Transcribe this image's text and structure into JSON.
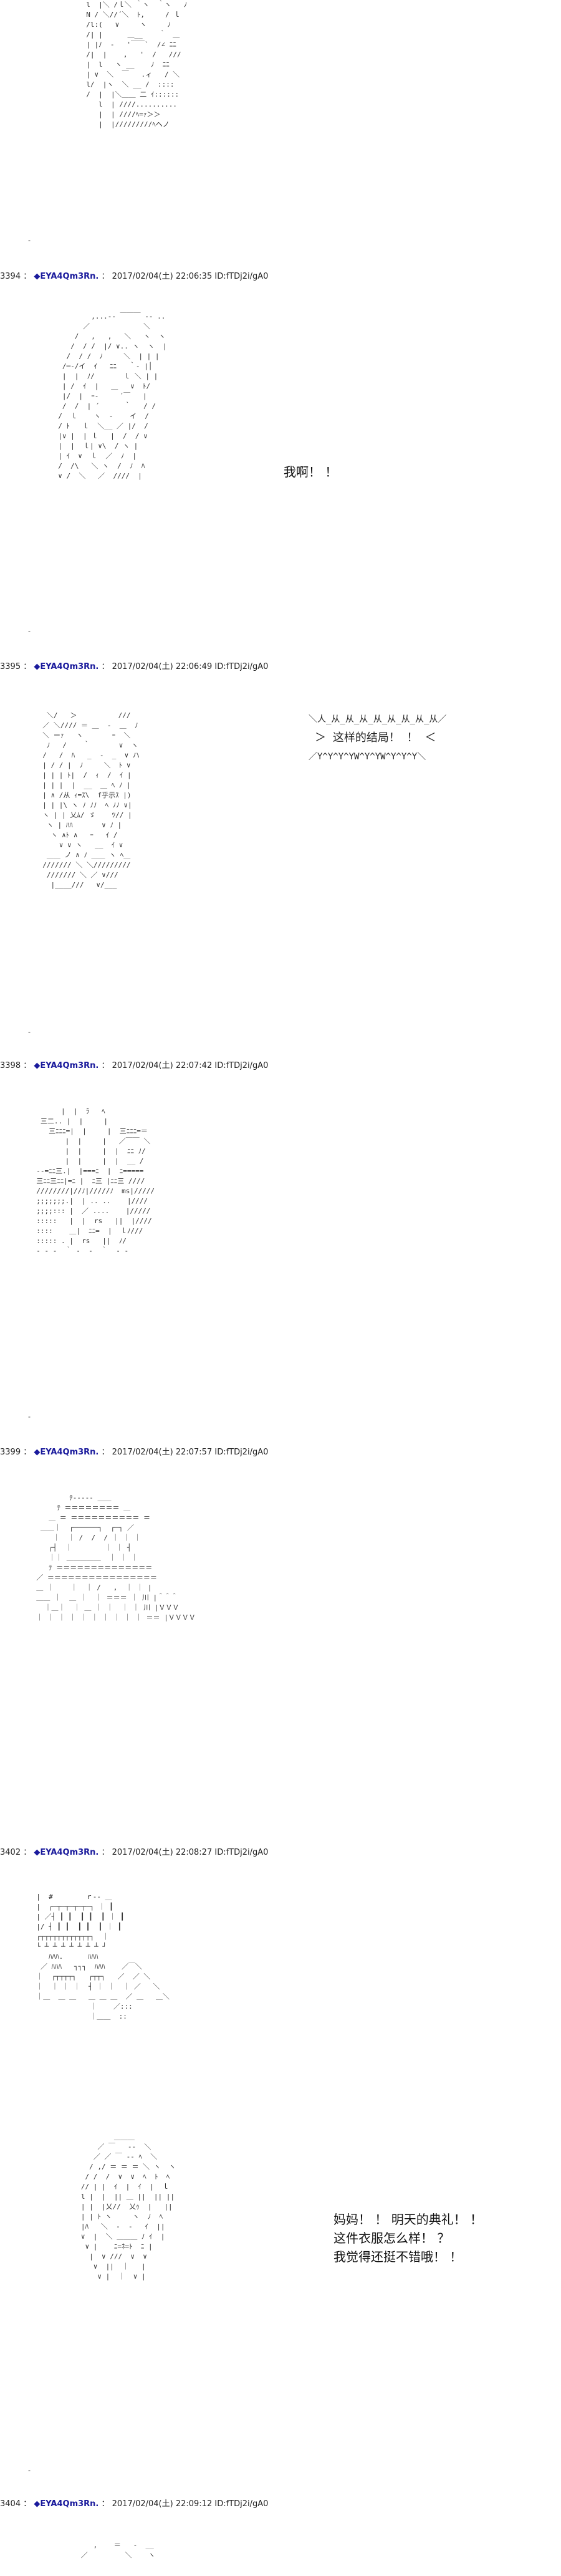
{
  "posts": [
    {
      "number": "3394",
      "name": "◆EYA4Qm3Rn.",
      "date": "2017/02/04(土) 22:06:35",
      "id": "ID:fTDj2i/gA0",
      "speech": "我啊！ ！"
    },
    {
      "number": "3395",
      "name": "◆EYA4Qm3Rn.",
      "date": "2017/02/04(土) 22:06:49",
      "id": "ID:fTDj2i/gA0",
      "shout_top": "＼人_从_从_从_从_从_从_从_从／",
      "shout_mid": "＞ 这样的结局！ ！ ＜",
      "shout_bottom": "／Y^Y^Y^YW^Y^YW^Y^Y^Y＼"
    },
    {
      "number": "3398",
      "name": "◆EYA4Qm3Rn.",
      "date": "2017/02/04(土) 22:07:42",
      "id": "ID:fTDj2i/gA0"
    },
    {
      "number": "3399",
      "name": "◆EYA4Qm3Rn.",
      "date": "2017/02/04(土) 22:07:57",
      "id": "ID:fTDj2i/gA0"
    },
    {
      "number": "3402",
      "name": "◆EYA4Qm3Rn.",
      "date": "2017/02/04(土) 22:08:27",
      "id": "ID:fTDj2i/gA0",
      "speech": "妈妈！ ！ 明天的典礼！ ！\n这件衣服怎么样！ ？\n我觉得还挺不错哦！ ！"
    },
    {
      "number": "3404",
      "name": "◆EYA4Qm3Rn.",
      "date": "2017/02/04(土) 22:09:12",
      "id": "ID:fTDj2i/gA0"
    }
  ],
  "aa": {
    "a0": "  l  |＼ /ｌ＼ ｀ヽ  ｀ヽ   ﾉ\n  N / ＼//´＼  ﾄ,     / ｌ\n  /l:(   ∨     ヽ     ﾉ\n  /| |      ＿__    ｀　＿\n  | |ﾉ  -   '￣￣`  /∠ ﾆﾆ\n  /|  |    ,   '  /   ///\n  |  l   ヽ __    ﾉ  ﾆﾆ\n  | ∨  ＼  ￣   .ィ   / ＼\n  l/  |ヽ  ＼ __ /  ::::\n  /  |  |＼＿＿ 二 ｲ::::::\n     l  | ////..........\n     |  | ////ﾍ=ｧ＞＞\n     |  |/////////ﾍヘノ",
    "a1": "          ,...-‐ ￣￣￣ ‐- ..\n        ／             ＼\n      /   ,   ,   ＼   ヽ  ヽ\n     /  / /  |/ ∨.. ヽ  ヽ  |\n    /  / /  ﾉ     ＼  | | |\n   /─‐/イ  ｲ   ﾆﾆ   ｀‐ |│\n   |  |  ﾉ/       ｌ ＼ | |\n   | /  ｲ  |   ＿   ∨  ﾄ/\n   |/  |  ｰ‐     ´￣   |\n   /  /  | ´      ｀   / /\n  /  ｌ    ヽ  ‐    イ  /\n  / ﾄ   ｌ  ＼__ ／ |/  /\n  |∨ |  | ｌ   |  /  / ∨\n  |  |  ｌ| ∨\\  / ヽ |\n  | ｲ  ∨  ｌ  ／  ﾉ  |\n  /  /\\   ＼ ヽ  /  ﾉ  ﾊ\n  ∨ /  ＼   ／  ////  |",
    "a2": "   ＼/   ＞          ///\n  ／ ＼//// ＝ ＿  ‐  ＿  ﾉ\n  ＼ ーｧ   ヽ       ｰ  ＼\n   ﾉ   /    ｀       ∨  ヽ\n  /   /  ﾊ   _  ‐  _  ∨ ハ\n  | / / |  ﾉ     ＼  ﾄ ∨\n  | | | ﾄ|  /  ｨ  /  ｲ |\n  | | |  |  __  ＿ ﾍ ﾉ |\n  | ∧ /从 ｨ=ｽ\\  f乎示ｽ |)\n  | | |\\ ヽ ﾉ ﾉﾉ  ﾍ ﾉﾉ ∨|\n  ヽ | | 乂ﾑ/ ゞ    ﾂ// |\n   ヽ | ﾊﾊ       ∨ ﾉ |\n    ヽ ∧ﾄ ∧   ｰ   ｲ /\n      ∨ ∨ ヽ   __  ｲ ∨\n   ＿＿ ノ ∧ ﾉ ＿＿ ヽ ﾍ＿\n  /////// ＼ ＼/////////\n   /////// ＼ ／ ∨///\n    |____///   ∨/___",
    "a3": "        |  |  ﾗ   ﾍ\n   三二.. |  |     |\n     三ﾆﾆﾆ=|  |     |  三ﾆﾆﾆ=＝\n         |  |     |   ／￣￣ ＼\n         |  |     |  |  ﾆﾆ ﾉ/\n         |  |     |  |  __ /\n  ‐‐=ﾆﾆ三.|  |===ﾆ  |  ﾆ=====\n  三ﾆﾆ三ﾆﾆ|=ﾆ |  ﾆ三 |ﾆﾆ三 ////\n  ////////|//ﾉ|/////ﾉ  ms|/////\n  ;;;;;;;.|  | .. ..    |////\n  ;;;;::: |  ／ ....    |/////\n  :::::   |  |  rs   ||  |////\n  ::::    ＿|  ﾆﾆ=  |  ｌﾉ///\n  ::::: . |  rs   ||  ﾉ/\n  ‐ ‐ ‐  ｀ ‐  ‐  ｀  ‐ ‐",
    "a4": "          ﾃ‐‐‐‐‐ ＿＿\n       ﾃ ＝＝＝＝＝＝＝＝ ＿\n     ＿ ＝ ＝＝＝＝＝＝＝＝＝＝ ＝\n   ＿＿｜  ┌──────┐  ┌─┐ ／\n      ｜  ｜ /  /  / ｜ ｜ ｜\n     ┌┤  ｜        ｜ ｜ ┤\n     ｜｜ ＿＿＿＿＿  ｜ ｜ ｜\n     ﾃ ＝＝＝＝＝＝＝＝＝＝＝＝＝＝\n  ／ ＝＝＝＝＝＝＝＝＝＝＝＝＝＝＝＝\n  ＿ ｜    ｜  ｜ /   ,  ｜ ｜ |\n  ＿＿ ｜  ＿ ｜  ｜ ＝＝＝ ｜ 川 |＾＾＾\n    ｜＿｜  ｜ ＿ ｜ ｜  ｜ ｜ 川 |ＶＶＶ\n  ｜ ｜ ｜ ｜ ｜ ｜ ｜ ｜ ｜ ｜ ＝＝ |ＶＶＶＶ",
    "a5": "  |  #        ｒ‐‐ ＿\n  |  ┌─┬─┬─┬─┬─┐ ｜ ┃\n  | ／┤ ┃ ┃  ┃ ┃  ┃ ｜ ┃\n  |/ ┤ ┃ ┃  ┃ ┃  ┃ ｜ ┃\n  ┌┬┬┬┬┬┬┬┬┬┬┬┬┐  ｜\n  └ ┴ ┴ ┴ ┴ ┴ ┴ ┴ ┘\n     ﾊﾊﾊ.      ﾊﾊﾊ\n   ／ ﾊﾊﾊ   ┐┐┐  ﾊﾊﾊ    ／￣＼\n  ｜  ┌┬┬┬┬┐   ┌┬┬┐   ／  ／ ＼\n  ｜  ｜ ｜ ｜  ┤ ｜ ｜  ｜ ／   ＼\n  ｜＿  ＿ ＿   ＿ ＿ ＿  ／ ＿   ＿＼\n               ｜    ／:::\n               ｜＿＿  ::",
    "a6": "           ＿＿＿\n       ／ ￣   ‐-  ＼\n      ／ ／ ￣ ‐- ﾍ  ＼\n     / ,/ ＝ ＝ ＝ ＼ ヽ  ヽ\n    / /  /  ∨  ∨  ﾍ  ﾄ  ﾍ\n   // | |  ｲ  |  ｲ  |  ｌ\n   l |  |  || ＿ ||  || ||\n   | |  |乂//  乂ｩ  |   ||\n   | | ﾄ ヽ     ヽ  ﾉ  ﾍ\n   |ﾊ   ＼  ‐  ‐   ｲ  ||\n   ∨  |  ＼ ＿＿＿ ﾉ ｲ  |\n    ∨ |    ﾆ=ﾈ=ﾄ  ﾆ |\n     |  ∨ ///  ∨  ∨\n      ∨  ||  ｜   |\n       ∨ |  ｜  ∨ |",
    "a7": "         ,    ＝   -  __\n      ／         ＼    ヽ"
  },
  "dots": [
    "-",
    "-",
    "-",
    "-",
    "-"
  ]
}
